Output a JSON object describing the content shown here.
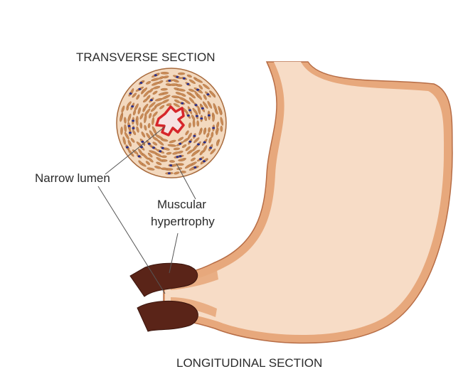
{
  "labels": {
    "transverse_title": "TRANSVERSE SECTION",
    "narrow_lumen": "Narrow lumen",
    "muscular_line1": "Muscular",
    "muscular_line2": "hypertrophy",
    "longitudinal_title": "LONGITUDINAL SECTION"
  },
  "colors": {
    "stomach_fill": "#f7dcc6",
    "stomach_wall": "#e7a87c",
    "stomach_outline": "#b76d46",
    "pylorus_muscle": "#5a2418",
    "fiber": "#c98a55",
    "nucleus": "#2b2f8a",
    "lumen": "#d6262a"
  }
}
